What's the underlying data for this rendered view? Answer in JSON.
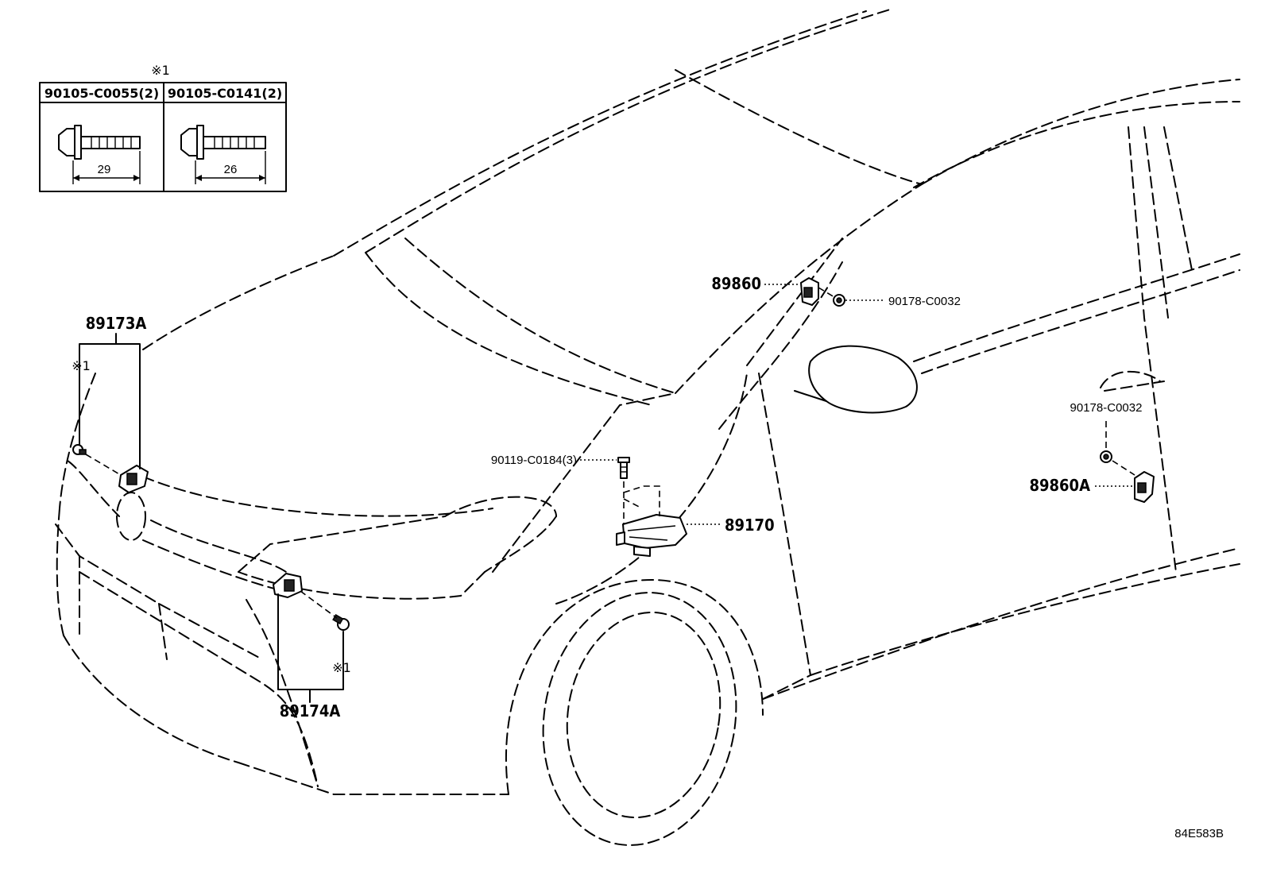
{
  "note_mark": "※1",
  "bolt_table": {
    "columns": [
      {
        "part_no": "90105-C0055(2)",
        "dimension": "29"
      },
      {
        "part_no": "90105-C0141(2)",
        "dimension": "26"
      }
    ]
  },
  "callouts": {
    "part_89173A": "89173A",
    "note_89173A": "※1",
    "part_89174A": "89174A",
    "note_89174A": "※1",
    "part_89860": "89860",
    "part_90178_upper": "90178-C0032",
    "part_90178_lower": "90178-C0032",
    "part_89860A": "89860A",
    "part_90119": "90119-C0184(3)",
    "part_89170": "89170"
  },
  "illustration_code": "84E583B"
}
